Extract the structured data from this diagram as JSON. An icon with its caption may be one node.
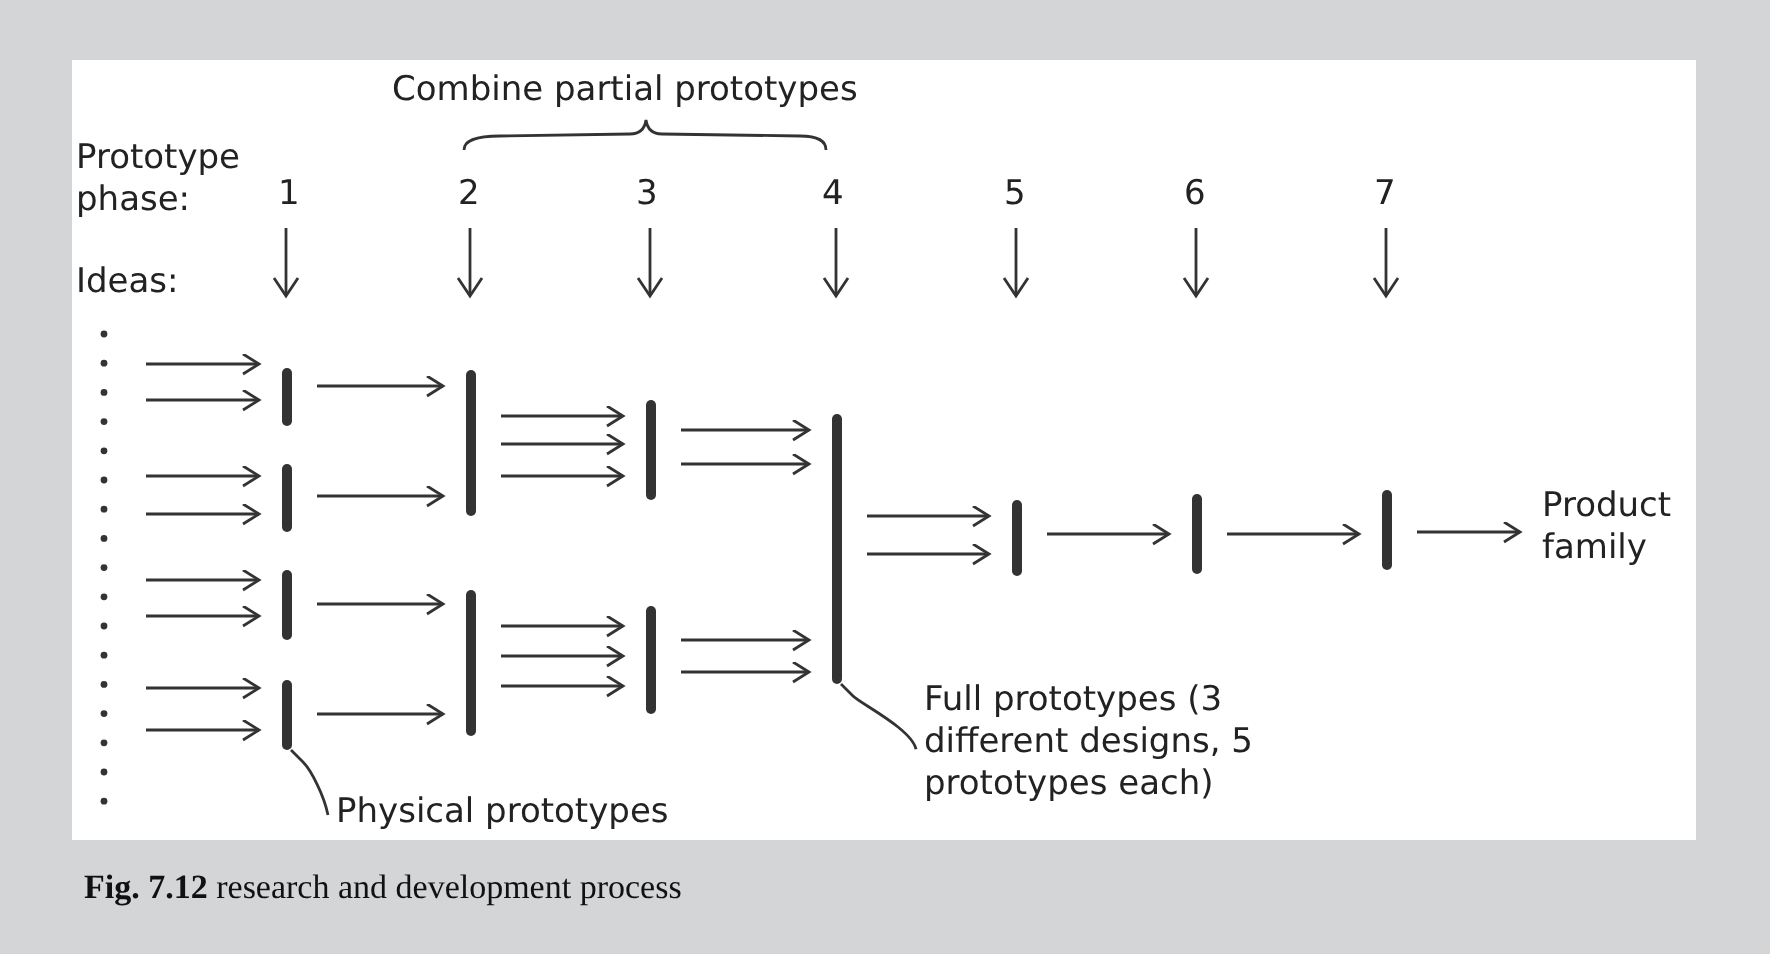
{
  "diagram": {
    "caption": "**Fig. 7.12** research and development process",
    "nodes": [
      {
        "text": [],
        "shape": "bar"
      },
      {
        "text": [],
        "shape": "bar"
      },
      {
        "text": [],
        "shape": "bar"
      },
      {
        "text": [],
        "shape": "bar"
      },
      {
        "text": [],
        "shape": "bar"
      },
      {
        "text": [],
        "shape": "bar"
      },
      {
        "text": [],
        "shape": "bar"
      },
      {
        "text": [],
        "shape": "bar"
      },
      {
        "text": [],
        "shape": "bar"
      },
      {
        "text": [],
        "shape": "bar"
      },
      {
        "text": [],
        "shape": "bar"
      },
      {
        "text": [],
        "shape": "bar"
      },
      {
        "text": [
          "Product family"
        ]
      },
      {
        "text": [
          "Physical prototypes"
        ]
      },
      {
        "text": [
          "Full prototypes (3 different designs, 5 prototypes each)"
        ]
      }
    ],
    "edges": [
      {
        "from": null,
        "to": 0,
        "arrow": "to"
      },
      {
        "from": null,
        "to": 0,
        "arrow": "to"
      },
      {
        "from": null,
        "to": 1,
        "arrow": "to"
      },
      {
        "from": null,
        "to": 1,
        "arrow": "to"
      },
      {
        "from": null,
        "to": 2,
        "arrow": "to"
      },
      {
        "from": null,
        "to": 2,
        "arrow": "to"
      },
      {
        "from": null,
        "to": 3,
        "arrow": "to"
      },
      {
        "from": null,
        "to": 3,
        "arrow": "to"
      },
      {
        "from": 0,
        "to": 4,
        "arrow": "to"
      },
      {
        "from": 1,
        "to": 4,
        "arrow": "to"
      },
      {
        "from": 2,
        "to": 5,
        "arrow": "to"
      },
      {
        "from": 3,
        "to": 5,
        "arrow": "to"
      },
      {
        "from": 4,
        "to": 6,
        "arrow": "to"
      },
      {
        "from": 4,
        "to": 6,
        "arrow": "to"
      },
      {
        "from": 4,
        "to": 6,
        "arrow": "to"
      },
      {
        "from": 5,
        "to": 7,
        "arrow": "to"
      },
      {
        "from": 5,
        "to": 7,
        "arrow": "to"
      },
      {
        "from": 5,
        "to": 7,
        "arrow": "to"
      },
      {
        "from": 6,
        "to": 8,
        "arrow": "to"
      },
      {
        "from": 6,
        "to": 8,
        "arrow": "to"
      },
      {
        "from": 7,
        "to": 8,
        "arrow": "to"
      },
      {
        "from": 7,
        "to": 8,
        "arrow": "to"
      },
      {
        "from": 8,
        "to": 9,
        "arrow": "to"
      },
      {
        "from": 8,
        "to": 9,
        "arrow": "to"
      },
      {
        "from": 9,
        "to": 10,
        "arrow": "to"
      },
      {
        "from": 10,
        "to": 11,
        "arrow": "to"
      },
      {
        "from": 11,
        "to": 12,
        "arrow": "to"
      },
      {
        "from": 13,
        "to": 3,
        "arrow": "none"
      },
      {
        "from": 14,
        "to": 8,
        "arrow": "none"
      }
    ],
    "labels": [
      "Combine partial prototypes",
      "Prototype phase:",
      "1",
      "2",
      "3",
      "4",
      "5",
      "6",
      "7",
      "Ideas:"
    ]
  }
}
